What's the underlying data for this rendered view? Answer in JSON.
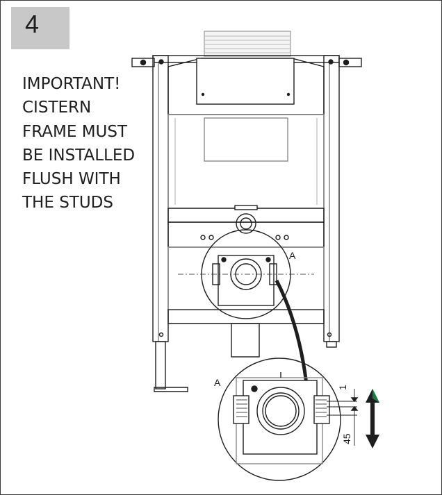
{
  "step_number": "4",
  "warning_lines": [
    "IMPORTANT!",
    "CISTERN",
    "FRAME MUST",
    "BE INSTALLED",
    "FLUSH WITH",
    "THE STUDS"
  ],
  "detail_label_main": "A",
  "detail_label_zoom": "A",
  "dimension_top": "1",
  "dimension_bottom": "45",
  "arrow_color_top": "#1f7a45",
  "arrow_color": "#1e1e1e"
}
